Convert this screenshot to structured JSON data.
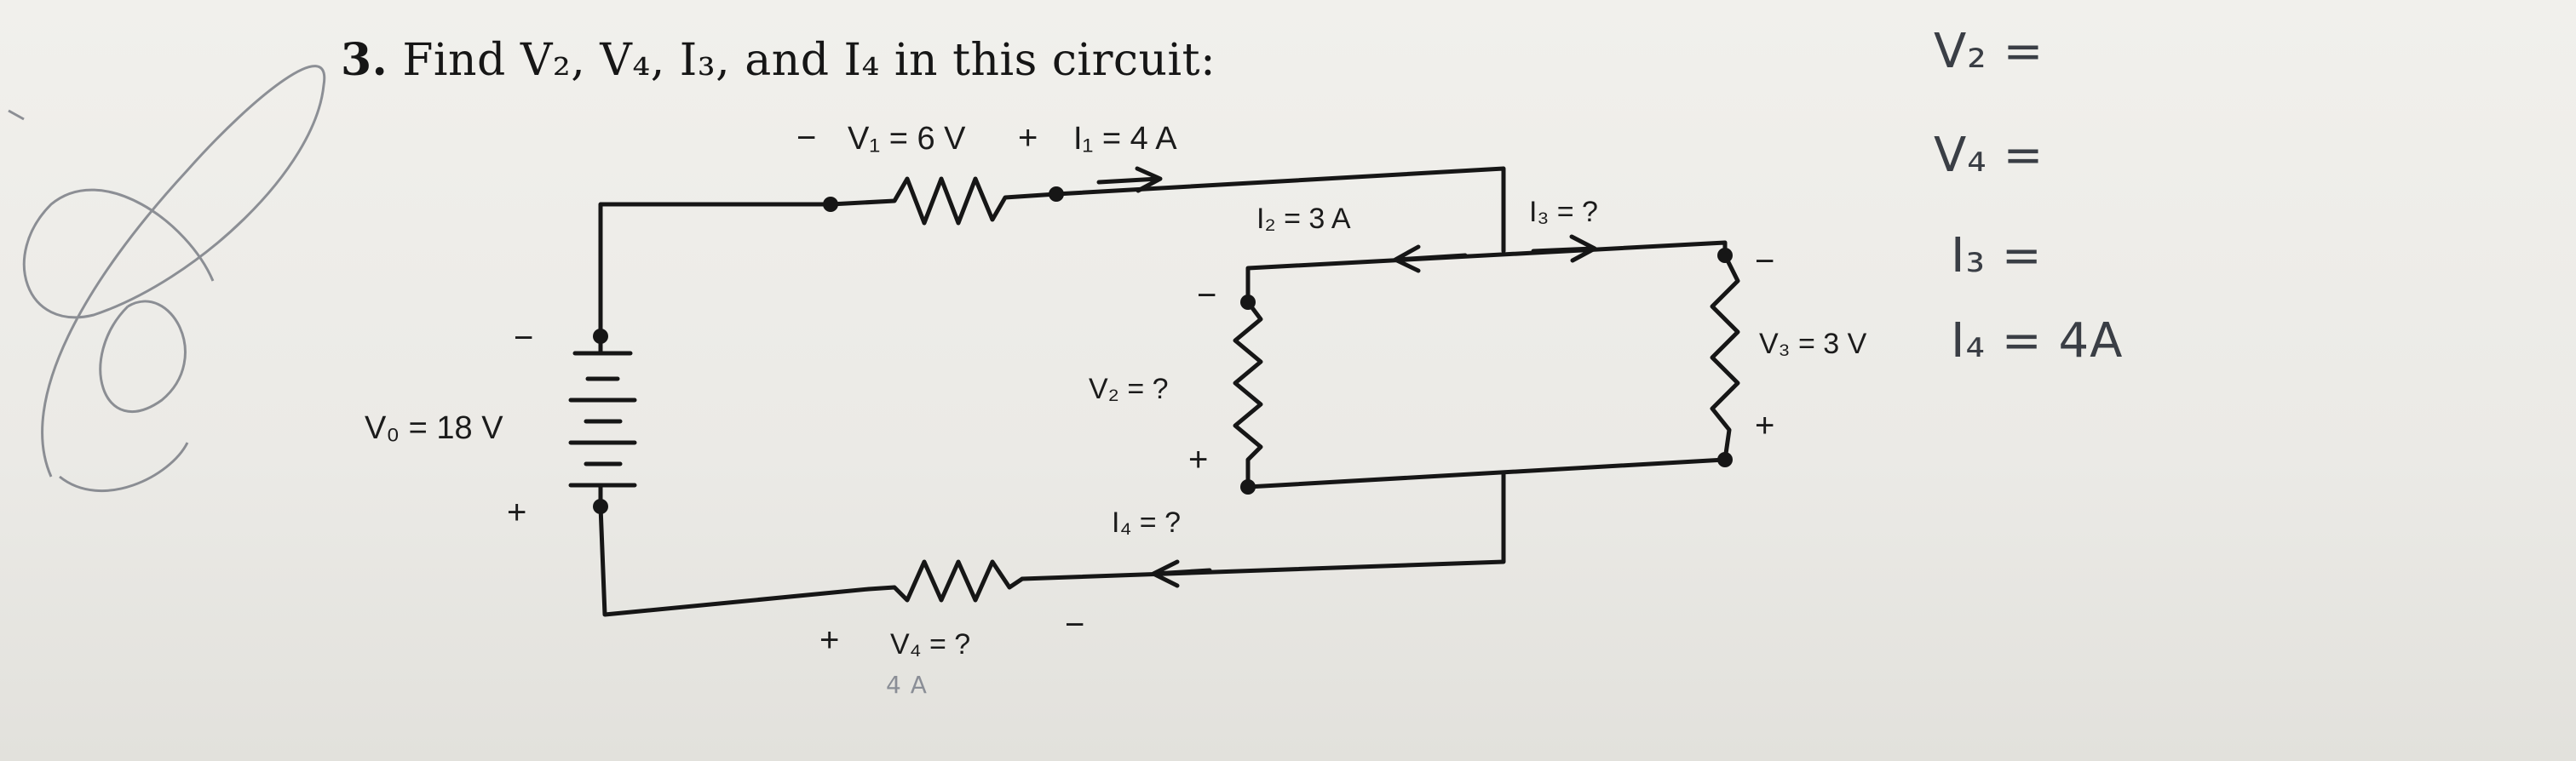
{
  "problem": {
    "number": "3.",
    "text": "Find V₂, V₄, I₃, and I₄ in this circuit:"
  },
  "circuit": {
    "v1_minus": "−",
    "v1_label": "V₁ = 6 V",
    "v1_plus": "+",
    "i1_label": "I₁ = 4 A",
    "i2_label": "I₂ = 3 A",
    "i3_label": "I₃ = ?",
    "v2_label": "V₂ = ?",
    "v2_minus": "−",
    "v2_plus": "+",
    "i4_label": "I₄ = ?",
    "v3_label": "V₃ = 3 V",
    "v3_minus": "−",
    "v3_plus": "+",
    "v0_label": "V₀ = 18 V",
    "v0_minus": "−",
    "v0_plus": "+",
    "v4_plus": "+",
    "v4_label": "V₄ = ?",
    "v4_minus": "−"
  },
  "handwritten": {
    "v2": "V₂ =",
    "v4": "V₄ =",
    "i3": "I₃ =",
    "i4": "I₄ = 4A",
    "under_v4": "4 A"
  },
  "colors": {
    "ink": "#161616",
    "pencil": "#3a3e45",
    "paper": "#eeede9"
  }
}
